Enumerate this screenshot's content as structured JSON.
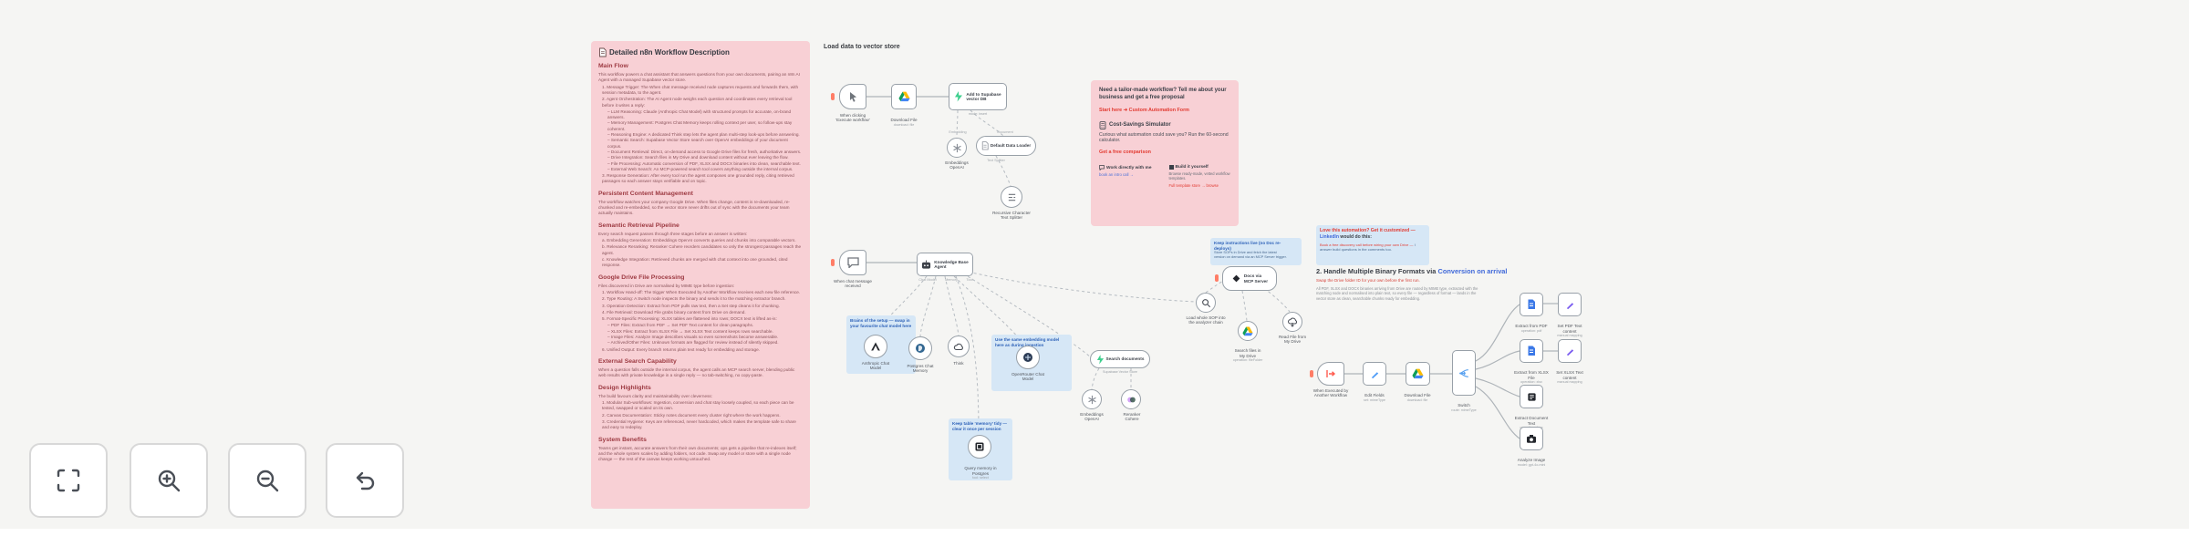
{
  "toolbar": {
    "buttons": [
      "fit-view",
      "zoom-in",
      "zoom-out",
      "reset-zoom"
    ]
  },
  "doc_note": {
    "title": "Detailed n8n Workflow Description",
    "lines": [
      {
        "t": "Main Flow",
        "c": "h"
      },
      {
        "t": "This workflow powers a chat assistant that answers questions from your own documents, pairing an n8n AI Agent with a managed Supabase vector store.",
        "c": "p"
      },
      {
        "t": "1. Message Trigger: The When chat message received node captures requests and forwards them, with session metadata, to the agent.",
        "c": "b"
      },
      {
        "t": "2. Agent Orchestration: The AI Agent node weighs each question and coordinates every retrieval tool before it writes a reply:",
        "c": "b"
      },
      {
        "t": "– LLM Reasoning: Claude (Anthropic Chat Model) with structured prompts for accurate, on-brand answers.",
        "c": "s"
      },
      {
        "t": "– Memory Management: Postgres Chat Memory keeps rolling context per user, so follow-ups stay coherent.",
        "c": "s"
      },
      {
        "t": "– Reasoning Engine: A dedicated Think step lets the agent plan multi-step look-ups before answering.",
        "c": "s"
      },
      {
        "t": "– Semantic Search: Supabase Vector Store search over OpenAI embeddings of your document corpus.",
        "c": "s"
      },
      {
        "t": "– Document Retrieval: Direct, on-demand access to Google Drive files for fresh, authoritative answers.",
        "c": "s"
      },
      {
        "t": "– Drive Integration: Search files in My Drive and download content without ever leaving the flow.",
        "c": "s"
      },
      {
        "t": "– File Processing: Automatic conversion of PDF, XLSX and DOCX binaries into clean, searchable text.",
        "c": "s"
      },
      {
        "t": "– External Web Search: An MCP-powered search tool covers anything outside the internal corpus.",
        "c": "s"
      },
      {
        "t": "3. Response Generation: After every tool run the agent composes one grounded reply, citing retrieved passages so each answer stays verifiable and on topic.",
        "c": "b"
      },
      {
        "t": "Persistent Content Management",
        "c": "h"
      },
      {
        "t": "The workflow watches your company Google Drive. When files change, content is re-downloaded, re-chunked and re-embedded, so the vector store never drifts out of sync with the documents your team actually maintains.",
        "c": "p"
      },
      {
        "t": "Semantic Retrieval Pipeline",
        "c": "h"
      },
      {
        "t": "Every search request passes through three stages before an answer is written:",
        "c": "p"
      },
      {
        "t": "a. Embedding Generation: Embeddings OpenAI converts queries and chunks into comparable vectors.",
        "c": "b"
      },
      {
        "t": "b. Relevance Reranking: Reranker Cohere reorders candidates so only the strongest passages reach the agent.",
        "c": "b"
      },
      {
        "t": "c. Knowledge Integration: Retrieved chunks are merged with chat context into one grounded, cited response.",
        "c": "b"
      },
      {
        "t": "Google Drive File Processing",
        "c": "h"
      },
      {
        "t": "Files discovered in Drive are normalised by MIME type before ingestion:",
        "c": "p"
      },
      {
        "t": "1. Workflow Hand-off: The trigger When Executed by Another Workflow receives each new file reference.",
        "c": "b"
      },
      {
        "t": "2. Type Routing: A Switch node inspects the binary and sends it to the matching extractor branch.",
        "c": "b"
      },
      {
        "t": "3. Operation Detection: Extract from PDF pulls raw text, then a Set step cleans it for chunking.",
        "c": "b"
      },
      {
        "t": "4. File Retrieval: Download File grabs binary content from Drive on demand.",
        "c": "b"
      },
      {
        "t": "5. Format-Specific Processing: XLSX tables are flattened into rows; DOCX text is lifted as-is:",
        "c": "b"
      },
      {
        "t": "– PDF Files: Extract from PDF → Set PDF Text content for clean paragraphs.",
        "c": "s"
      },
      {
        "t": "– XLSX Files: Extract from XLSX File → Set XLSX Text content keeps rows searchable.",
        "c": "s"
      },
      {
        "t": "– Image Files: Analyze Image describes visuals so even screenshots become answerable.",
        "c": "s"
      },
      {
        "t": "– Archived/Other Files: Unknown formats are flagged for review instead of silently skipped.",
        "c": "s"
      },
      {
        "t": "6. Unified Output: Every branch returns plain text ready for embedding and storage.",
        "c": "b"
      },
      {
        "t": "External Search Capability",
        "c": "h"
      },
      {
        "t": "When a question falls outside the internal corpus, the agent calls an MCP search server, blending public web results with private knowledge in a single reply — no tab-switching, no copy-paste.",
        "c": "p"
      },
      {
        "t": "Design Highlights",
        "c": "h"
      },
      {
        "t": "The build favours clarity and maintainability over cleverness:",
        "c": "p"
      },
      {
        "t": "1. Modular Sub-workflows: Ingestion, conversion and chat stay loosely coupled, so each piece can be tested, swapped or scaled on its own.",
        "c": "b"
      },
      {
        "t": "2. Canvas Documentation: Sticky notes document every cluster right where the work happens.",
        "c": "b"
      },
      {
        "t": "3. Credential Hygiene: Keys are referenced, never hardcoded, which makes the template safe to share and easy to redeploy.",
        "c": "b"
      },
      {
        "t": "System Benefits",
        "c": "h"
      },
      {
        "t": "Teams get instant, accurate answers from their own documents; ops gets a pipeline that re-indexes itself; and the whole system scales by adding folders, not code. Swap any model or store with a single node change — the rest of the canvas keeps working untouched.",
        "c": "p"
      }
    ]
  },
  "load_flow": {
    "label": "Load data to vector store",
    "trigger_caption": "When clicking\n‘Execute workflow’",
    "download_caption": "Download File",
    "download_sub": "download: file",
    "supabase_label": "Add to Supabase\nvector DB",
    "supabase_sub": "mode: insert",
    "port_embedding": "Embedding",
    "port_document": "Document",
    "port_splitter": "Text Splitter",
    "embeddings_caption": "Embeddings\nOpenAI",
    "loader_label": "Default Data Loader",
    "splitter_caption": "Recursive Character\nText Splitter"
  },
  "agent_flow": {
    "trigger_caption": "When chat message\nreceived",
    "agent_label": "Knowledge Base\nAgent",
    "port_chat_model": "Chat Model",
    "port_memory": "Memory",
    "port_tool": "Tool",
    "anthropic_note": "Brains of the setup — swap in\nyour favourite chat model here",
    "anthropic_caption": "Anthropic Chat\nModel",
    "postgres_caption": "Postgres Chat\nMemory",
    "think_caption": "Think",
    "embed_note": "Use the same embedding model\nhere as during ingestion",
    "embed_caption": "OpenRouter Chat\nModel",
    "memory_note": "Keep table ‘memory’ tidy —\nclear it once per session",
    "memory_caption": "Query memory in\nPostgres",
    "memory_sub": "tool: select"
  },
  "mcp_cluster": {
    "note_head": "Keep instructions live (no Doc re-deploys)",
    "note_body": "Store SOPs in Drive and fetch the latest\nversion on demand via an MCP Server trigger.",
    "node_label": "Docs via\nMCP Server",
    "list_caption": "Load whole SOP into\nthe analyzer chain",
    "drive_caption": "Search files in\nMy Drive",
    "drive_sub": "operation: fileFolder",
    "read_caption": "Read File from\nMy Drive"
  },
  "vector_tool": {
    "node_label": "Search documents",
    "node_sub": "Supabase Vector Store",
    "embeddings_caption": "Embeddings\nOpenAI",
    "reranker_caption": "Reranker\nCohere"
  },
  "proposal_note": {
    "intro": "Need a tailor-made workflow? Tell me about your business and get a free proposal",
    "start_link": "Start here  ➜  Custom Automation Form",
    "sim_title": "Cost-Savings Simulator",
    "sim_body": "Curious what automation could save you? Run the 60-second calculator.",
    "sim_link": "Get a free comparison",
    "col1_title": "Work directly with me",
    "col1_link": "book an intro call →",
    "col2_title": "Build it yourself",
    "col2_body": "Browse ready-made, vetted workflow templates.",
    "col2_link": "Full template store → browse"
  },
  "convert_flow": {
    "note_line1": "Love this automation? Get it customized — ",
    "note_line1b": "LinkedIn",
    "note_line2": "would do this:",
    "note_line3": "Book a free discovery call before wiring your own Drive —",
    "note_line3b": "I answer build questions in the comments too.",
    "heading_pre": "2. Handle Multiple Binary Formats via ",
    "heading_link": "Conversion on arrival",
    "heading_red": "Swap the Drive folder ID for your own before the first run.",
    "paragraph": "All PDF, XLSX and DOCX binaries arriving from Drive are routed by MIME type, extracted with the\nmatching node and normalised into plain text, so every file — regardless of format — lands in the\nvector store as clean, searchable chunks ready for embedding.",
    "trigger_caption": "When Executed by\nAnother Workflow",
    "fields_caption": "Edit Fields",
    "fields_sub": "set: mimeType",
    "download_caption": "Download File",
    "download_sub": "download: file",
    "switch_caption": "Switch",
    "switch_sub": "route: mimeType",
    "b1_caption": "Extract from PDF",
    "b1_sub": "operation: pdf",
    "b1b_caption": "Set PDF Text\ncontent",
    "b1b_sub": "manual mapping",
    "b2_caption": "Extract from XLSX\nFile",
    "b2_sub": "operation: xlsx",
    "b2b_caption": "Set XLSX Text\ncontent",
    "b2b_sub": "manual mapping",
    "b3_caption": "Extract Document\nText",
    "b3_sub": "operation: docx",
    "b4_caption": "Analyze Image",
    "b4_sub": "model: gpt-4o-mini"
  }
}
